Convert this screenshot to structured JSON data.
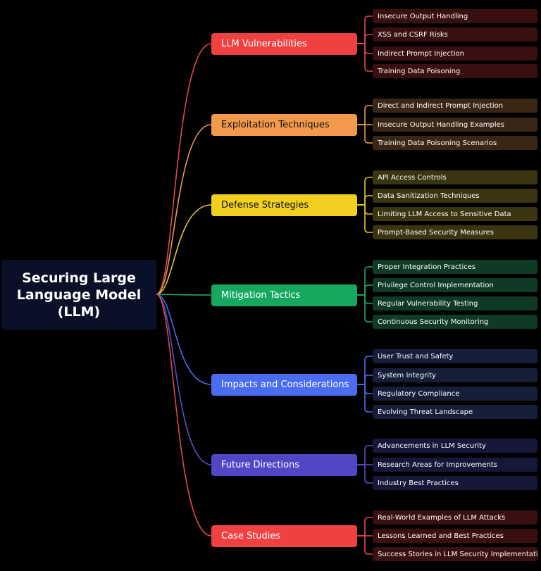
{
  "root": {
    "title": "Securing Large Language Model (LLM)"
  },
  "colors": {
    "background": "#000000",
    "root_fill": "#0b1029",
    "branch_colors": [
      "#f04040",
      "#f29a4c",
      "#f2d01f",
      "#16a85f",
      "#4a6cf0",
      "#5146c6",
      "#f04040"
    ],
    "leaf_fills": [
      "#3a0f0f",
      "#3a2614",
      "#3a3510",
      "#0f3a26",
      "#161e3a",
      "#17173a",
      "#3a0f0f"
    ],
    "connector_colors": [
      "#e0474d",
      "#e99a50",
      "#e3c52a",
      "#22a862",
      "#4a6cf0",
      "#5a4fcb",
      "#e0474d"
    ]
  },
  "branches": [
    {
      "label": "LLM Vulnerabilities",
      "children": [
        "Insecure Output Handling",
        "XSS and CSRF Risks",
        "Indirect Prompt Injection",
        "Training Data Poisoning"
      ]
    },
    {
      "label": "Exploitation Techniques",
      "children": [
        "Direct and Indirect Prompt Injection",
        "Insecure Output Handling Examples",
        "Training Data Poisoning Scenarios"
      ]
    },
    {
      "label": "Defense Strategies",
      "children": [
        "API Access Controls",
        "Data Sanitization Techniques",
        "Limiting LLM Access to Sensitive Data",
        "Prompt-Based Security Measures"
      ]
    },
    {
      "label": "Mitigation Tactics",
      "children": [
        "Proper Integration Practices",
        "Privilege Control Implementation",
        "Regular Vulnerability Testing",
        "Continuous Security Monitoring"
      ]
    },
    {
      "label": "Impacts and Considerations",
      "children": [
        "User Trust and Safety",
        "System Integrity",
        "Regulatory Compliance",
        "Evolving Threat Landscape"
      ]
    },
    {
      "label": "Future Directions",
      "children": [
        "Advancements in LLM Security",
        "Research Areas for Improvements",
        "Industry Best Practices"
      ]
    },
    {
      "label": "Case Studies",
      "children": [
        "Real-World Examples of LLM Attacks",
        "Lessons Learned and Best Practices",
        "Success Stories in LLM Security Implementation"
      ]
    }
  ]
}
